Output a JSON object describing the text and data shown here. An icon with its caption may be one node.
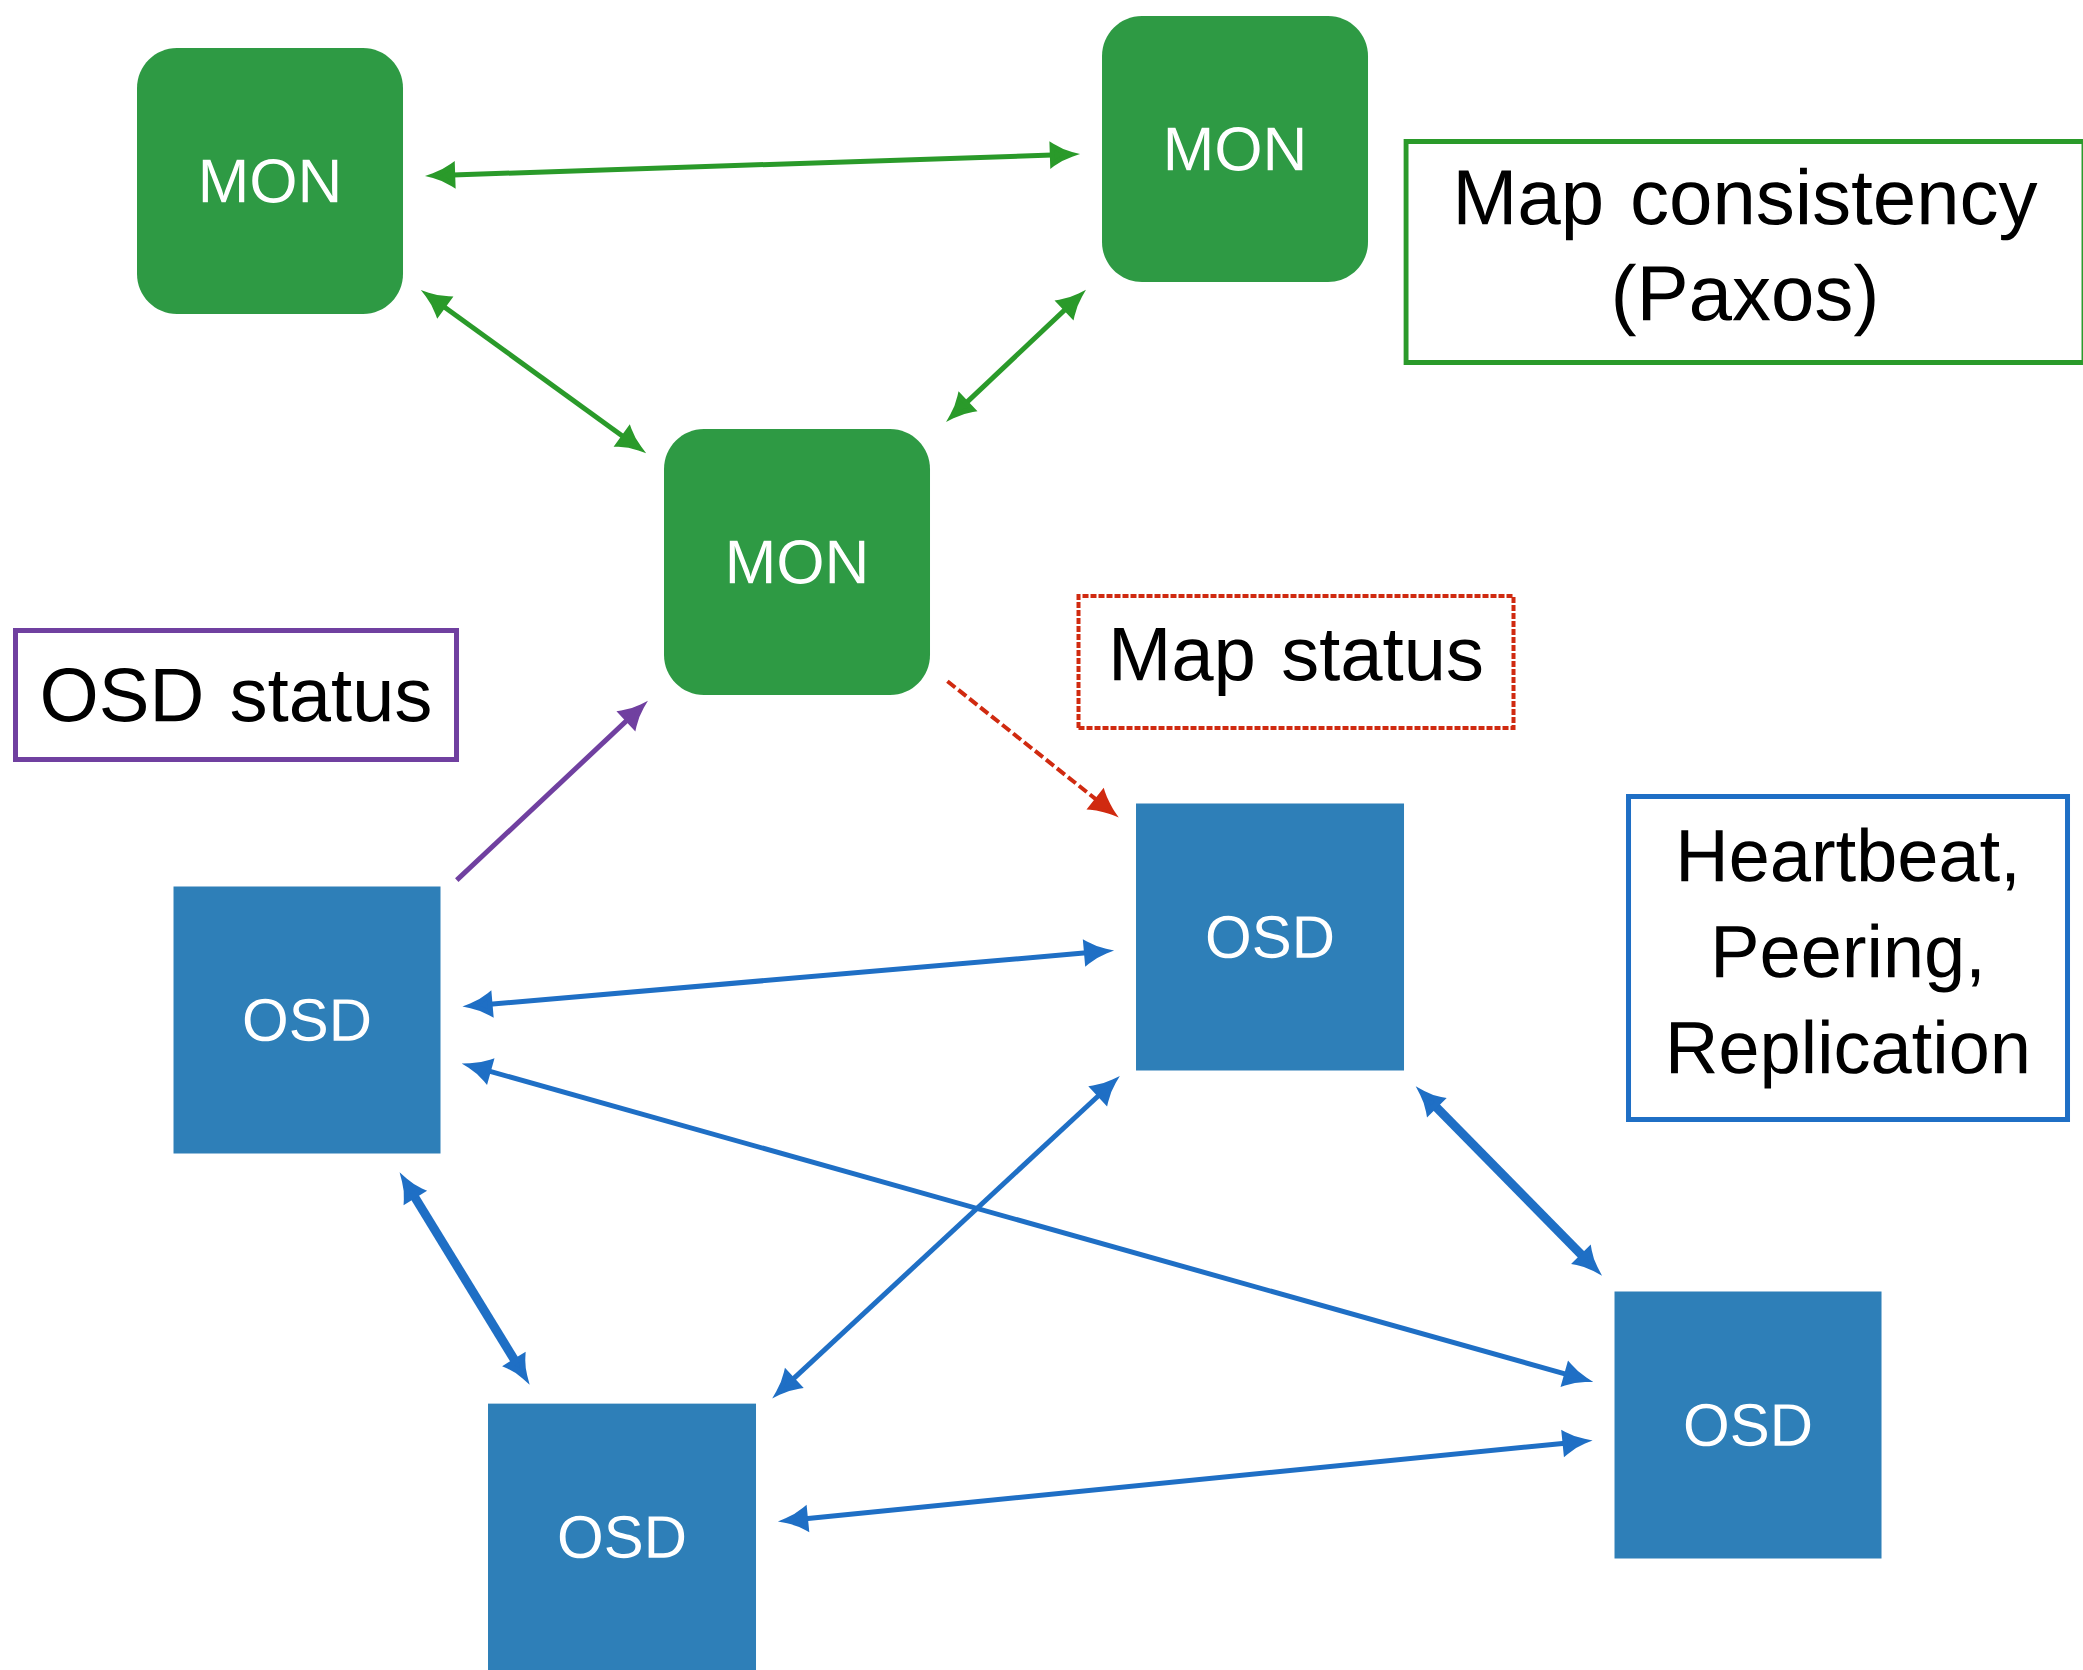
{
  "diagram": {
    "nodes": [
      {
        "text": [
          "MON"
        ]
      },
      {
        "text": [
          "MON"
        ]
      },
      {
        "text": [
          "Map consistency (Paxos)"
        ]
      },
      {
        "text": [
          "MON"
        ]
      },
      {
        "text": [
          "OSD status"
        ]
      },
      {
        "text": [
          "Map status"
        ]
      },
      {
        "text": [
          "OSD"
        ]
      },
      {
        "text": [
          "Heartbeat, Peering, Replication"
        ]
      },
      {
        "text": [
          "OSD"
        ]
      },
      {
        "text": [
          "OSD"
        ]
      },
      {
        "text": [
          "OSD"
        ]
      }
    ],
    "edges": [
      {
        "from": 0,
        "to": 1,
        "arrow": "both",
        "color": "#2a9a2a"
      },
      {
        "from": 0,
        "to": 3,
        "arrow": "both",
        "color": "#2a9a2a"
      },
      {
        "from": 1,
        "to": 3,
        "arrow": "both",
        "color": "#2a9a2a"
      },
      {
        "from": 8,
        "to": 3,
        "arrow": "to",
        "color": "#7040a0"
      },
      {
        "from": 3,
        "to": 6,
        "arrow": "to",
        "style": "dashed",
        "color": "#d02a10"
      },
      {
        "from": 8,
        "to": 6,
        "arrow": "both"
      },
      {
        "from": 8,
        "to": 9,
        "arrow": "both"
      },
      {
        "from": 8,
        "to": 10,
        "arrow": "both",
        "style": "thick"
      },
      {
        "from": 6,
        "to": 9,
        "arrow": "both",
        "style": "thick"
      },
      {
        "from": 10,
        "to": 6,
        "arrow": "both"
      },
      {
        "from": 10,
        "to": 9,
        "arrow": "both"
      }
    ]
  }
}
